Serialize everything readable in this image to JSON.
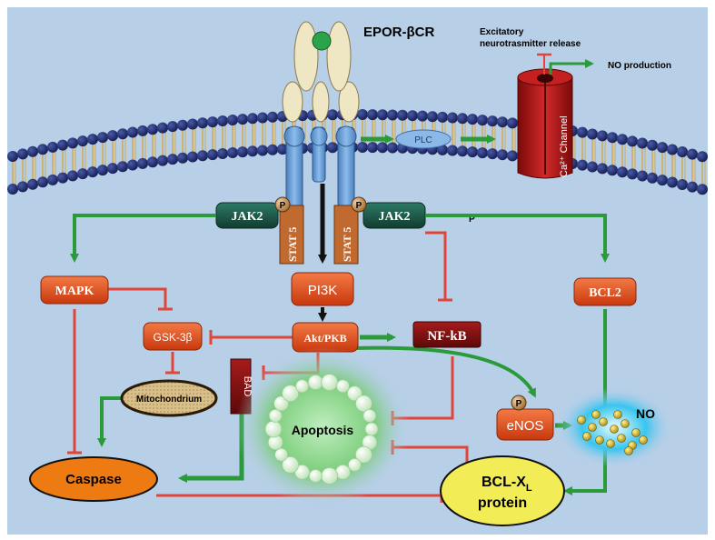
{
  "receptor": {
    "title": "EPOR-βCR"
  },
  "calcium_channel": {
    "top_label": "Excitatory",
    "top_label_2": "neurotrasmitter release",
    "output_label": "NO production",
    "channel_text": "Ca²⁺ Channel",
    "plc": "PLC"
  },
  "phospho": {
    "p": "P"
  },
  "nodes": {
    "jak2_left": "JAK2",
    "jak2_right": "JAK2",
    "stat5": "STAT 5",
    "mapk": "MAPK",
    "pi3k": "PI3K",
    "bcl2": "BCL2",
    "gsk3b": "GSK-3β",
    "akt": "Akt/PKB",
    "nfkb": "NF-kB",
    "bad": "BAD",
    "mitochondrium": "Mitochondrium",
    "apoptosis": "Apoptosis",
    "enos": "eNOS",
    "no": "NO",
    "caspase": "Caspase",
    "bclxl_main": "BCL-X",
    "bclxl_sub": "L",
    "bclxl_line2": "protein"
  },
  "colors": {
    "background": "#b8cfe8",
    "membrane_bead": "#1d2a6b",
    "activation_arrow": "#2a9a3a",
    "inhibition_arrow": "#e0453a",
    "node_orange": "#e5501e",
    "node_teal": "#1d5a4a",
    "node_darkred": "#7a1010",
    "receptor_blue": "#6a9fd6",
    "receptor_cream": "#efe6c4"
  }
}
